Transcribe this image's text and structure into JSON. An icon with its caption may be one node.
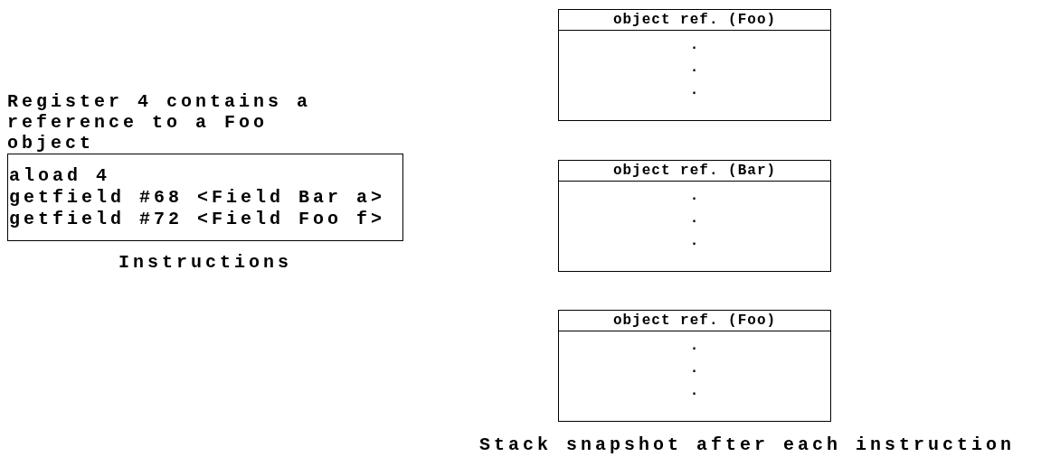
{
  "diagram": {
    "nodes": [
      {
        "text": [
          "aload 4",
          "getfield #68 <Field Bar a>",
          "getfield #72 <Field Foo f>"
        ],
        "beside": [
          "Instructions"
        ]
      },
      {
        "text": [
          "object ref. (Foo)",
          ". . ."
        ]
      },
      {
        "text": [
          "object ref. (Bar)",
          ". . ."
        ]
      },
      {
        "text": [
          "object ref. (Foo)",
          ". . ."
        ]
      }
    ],
    "edges": [],
    "labels": [
      "Register 4 contains a reference to a Foo object",
      "Stack snapshot after each instruction"
    ]
  }
}
